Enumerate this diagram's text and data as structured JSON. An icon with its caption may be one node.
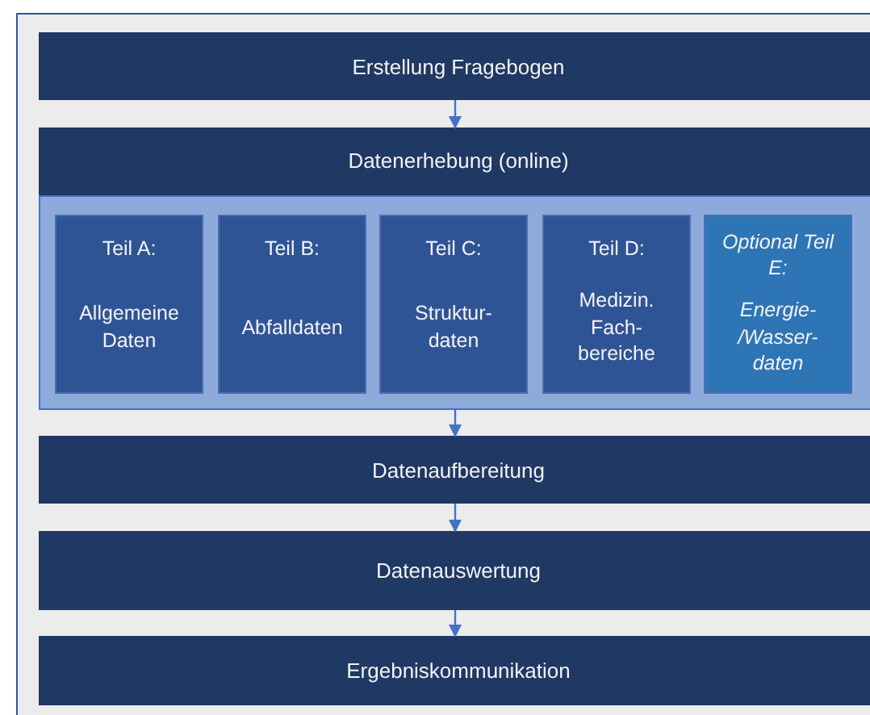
{
  "diagram": {
    "nodes": [
      {
        "text": [
          "Erstellung Fragebogen"
        ]
      },
      {
        "text": [
          "Datenerhebung (online)"
        ]
      },
      {
        "text": [
          "Teil A:",
          "Allgemeine Daten"
        ],
        "in": 1
      },
      {
        "text": [
          "Teil B:",
          "Abfalldaten"
        ],
        "in": 1
      },
      {
        "text": [
          "Teil C:",
          "Struktur- daten"
        ],
        "in": 1
      },
      {
        "text": [
          "Teil D:",
          "Medizin. Fach- bereiche"
        ],
        "in": 1
      },
      {
        "text": [
          "Optional Teil E:",
          "Energie- /Wasser- daten"
        ],
        "in": 1
      },
      {
        "text": [
          "Datenaufbereitung"
        ]
      },
      {
        "text": [
          "Datenauswertung"
        ]
      },
      {
        "text": [
          "Ergebniskommunikation"
        ]
      }
    ],
    "edges": [
      {
        "from": 0,
        "to": 1,
        "arrow": "to"
      },
      {
        "from": 1,
        "to": 7,
        "arrow": "to"
      },
      {
        "from": 7,
        "to": 8,
        "arrow": "to"
      },
      {
        "from": 8,
        "to": 9,
        "arrow": "to"
      }
    ]
  }
}
